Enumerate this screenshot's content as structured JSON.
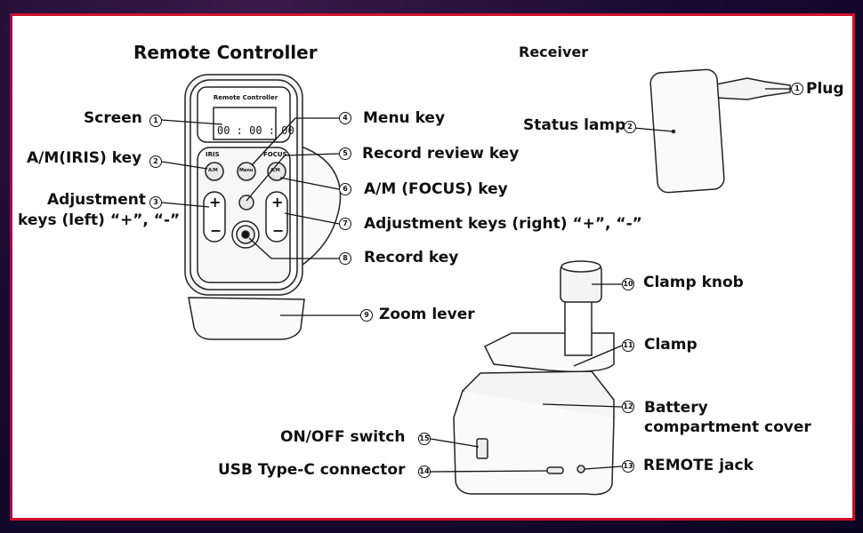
{
  "titles": {
    "remote": "Remote Controller",
    "receiver": "Receiver"
  },
  "remote_screen": {
    "brand": "Remote Controller",
    "timecode": "00 : 00 : 00",
    "iris": "IRIS",
    "focus": "FOCUS",
    "am": "A/M",
    "menu": "Menu"
  },
  "callouts": [
    {
      "n": "1",
      "label": "Screen"
    },
    {
      "n": "2",
      "label": "A/M(IRIS) key"
    },
    {
      "n": "3",
      "label": "Adjustment",
      "label2": "keys (left) “+”, “-”"
    },
    {
      "n": "4",
      "label": "Menu key"
    },
    {
      "n": "5",
      "label": "Record review key"
    },
    {
      "n": "6",
      "label": "A/M (FOCUS) key"
    },
    {
      "n": "7",
      "label": "Adjustment keys (right) “+”, “-”"
    },
    {
      "n": "8",
      "label": "Record key"
    },
    {
      "n": "9",
      "label": "Zoom lever"
    },
    {
      "n": "10",
      "label": "Clamp knob"
    },
    {
      "n": "11",
      "label": "Clamp"
    },
    {
      "n": "12",
      "label": "Battery",
      "label2": "compartment cover"
    },
    {
      "n": "13",
      "label": "REMOTE jack"
    },
    {
      "n": "14",
      "label": "USB Type-C connector"
    },
    {
      "n": "15",
      "label": "ON/OFF switch"
    }
  ],
  "receiver_callouts": [
    {
      "n": "1",
      "label": "Plug"
    },
    {
      "n": "2",
      "label": "Status lamp"
    }
  ],
  "colors": {
    "border": "#d0102a",
    "background": "#1a0a30"
  }
}
